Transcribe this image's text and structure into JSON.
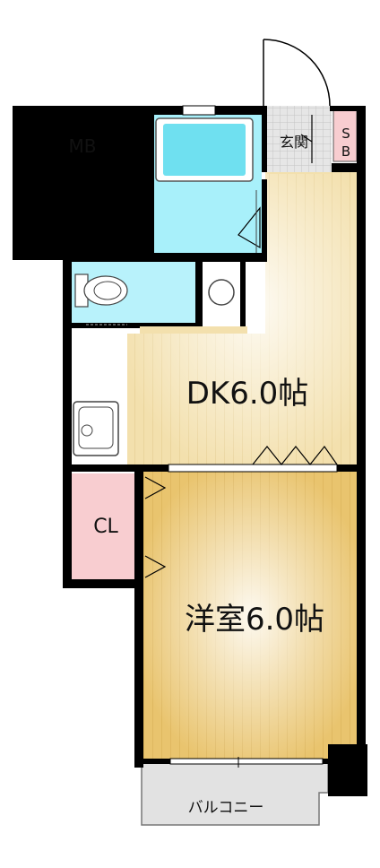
{
  "rooms": {
    "mb": "MB",
    "entrance": "玄関",
    "sb_top": "S",
    "sb_bottom": "B",
    "dk": "DK6.0帖",
    "closet": "CL",
    "western": "洋室6.0帖",
    "balcony": "バルコニー"
  },
  "colors": {
    "wall": "#000000",
    "wood_dk": "#f3e0ad",
    "wood_western": "#e9c46e",
    "bath_water": "#6fe0f0",
    "bath_floor": "#a8f0fa",
    "toilet_area": "#b8f2fb",
    "closet": "#f8cdd0",
    "entrance_tile": "#d8d8d8",
    "balcony": "#e2e2e2"
  }
}
